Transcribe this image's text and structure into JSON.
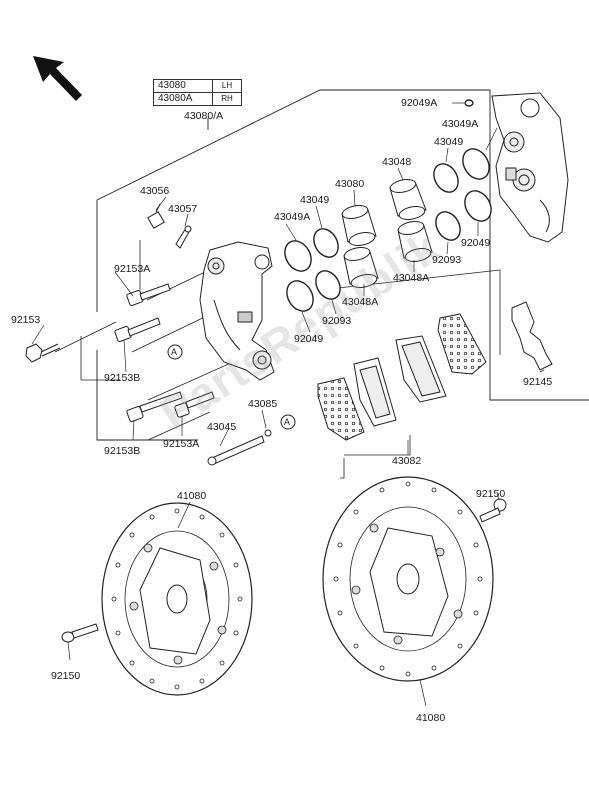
{
  "watermark": "PartsRepublik",
  "variant_key": [
    {
      "part": "43080",
      "side": "LH"
    },
    {
      "part": "43080A",
      "side": "RH"
    }
  ],
  "labels": {
    "caliper_assy": "43080/A",
    "l_92049A_top": "92049A",
    "l_43049A_r": "43049A",
    "l_43049_r": "43049",
    "l_43048": "43048",
    "l_43080": "43080",
    "l_43049_m": "43049",
    "l_43049A_m": "43049A",
    "l_43056": "43056",
    "l_43057": "43057",
    "l_92153A_top": "92153A",
    "l_92153_left": "92153",
    "l_92153B_mid": "92153B",
    "l_92049_r": "92049",
    "l_92093_r": "92093",
    "l_43048A_r": "43048A",
    "l_43048A_m": "43048A",
    "l_92093_m": "92093",
    "l_92049_m": "92049",
    "l_43085": "43085",
    "l_43045": "43045",
    "l_92153B_bot": "92153B",
    "l_92153A_bot": "92153A",
    "l_43082": "43082",
    "l_92145": "92145",
    "l_92150_right": "92150",
    "l_41080_left": "41080",
    "l_92150_left": "92150",
    "l_41080_bottom": "41080",
    "ref_a1": "A",
    "ref_a2": "A"
  }
}
